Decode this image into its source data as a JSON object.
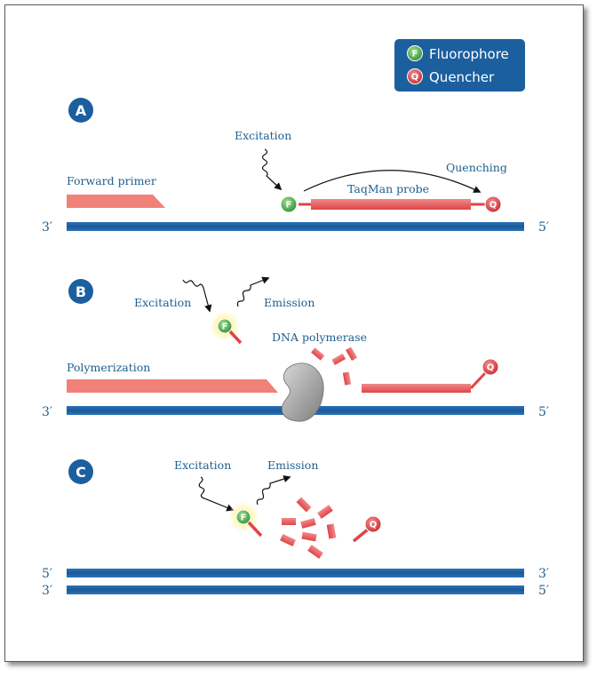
{
  "legend": {
    "fluorophore": {
      "mark": "F",
      "label": "Fluorophore"
    },
    "quencher": {
      "mark": "Q",
      "label": "Quencher"
    }
  },
  "panels": {
    "a": {
      "letter": "A",
      "excitation": "Excitation",
      "forward_primer": "Forward primer",
      "probe": "TaqMan probe",
      "quenching": "Quenching",
      "end_left": "3′",
      "end_right": "5′",
      "f_mark": "F",
      "q_mark": "Q"
    },
    "b": {
      "letter": "B",
      "excitation": "Excitation",
      "emission": "Emission",
      "polymerase": "DNA polymerase",
      "polymerization": "Polymerization",
      "end_left": "3′",
      "end_right": "5′",
      "f_mark": "F",
      "q_mark": "Q"
    },
    "c": {
      "letter": "C",
      "excitation": "Excitation",
      "emission": "Emission",
      "top_end_left": "5′",
      "top_end_right": "3′",
      "bottom_end_left": "3′",
      "bottom_end_right": "5′",
      "f_mark": "F",
      "q_mark": "Q"
    }
  },
  "colors": {
    "strand": "#1f5f9f",
    "probe": "#e8565a",
    "primer": "#f08078",
    "fluorophore": "#49a84a",
    "quencher": "#d8363a",
    "label": "#1f5f8f"
  }
}
